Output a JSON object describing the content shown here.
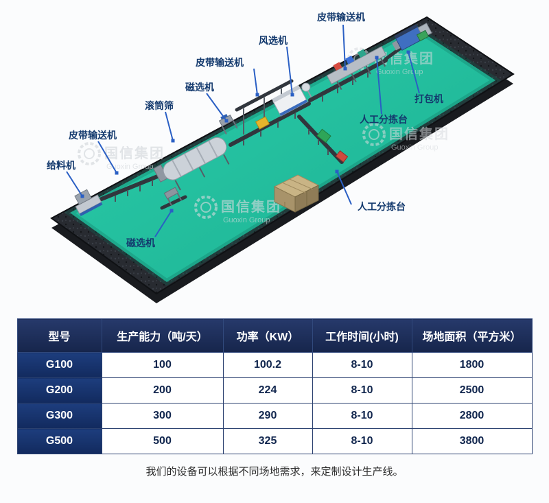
{
  "scene": {
    "labels": [
      {
        "id": "belt-conveyor-top",
        "text": "皮带输送机"
      },
      {
        "id": "air-separator",
        "text": "风选机"
      },
      {
        "id": "belt-conveyor-mid",
        "text": "皮带输送机"
      },
      {
        "id": "magnetic-separator-upper",
        "text": "磁选机"
      },
      {
        "id": "trommel-screen",
        "text": "滚筒筛"
      },
      {
        "id": "belt-conveyor-left",
        "text": "皮带输送机"
      },
      {
        "id": "feeder",
        "text": "给料机"
      },
      {
        "id": "baler",
        "text": "打包机"
      },
      {
        "id": "manual-sorting-right",
        "text": "人工分拣台"
      },
      {
        "id": "manual-sorting-lower",
        "text": "人工分拣台"
      },
      {
        "id": "magnetic-separator-lower",
        "text": "磁选机"
      }
    ],
    "watermark": {
      "cn": "国信集团",
      "en": "Guoxin Group"
    },
    "colors": {
      "floor": "#23c2a3",
      "wall": "#282b31",
      "callout_line": "#2a5fc4",
      "label_text": "#143a6e"
    }
  },
  "table": {
    "headers": [
      "型号",
      "生产能力（吨/天）",
      "功率（KW）",
      "工作时间(小时)",
      "场地面积（平方米）"
    ],
    "rows": [
      [
        "G100",
        "100",
        "100.2",
        "8-10",
        "1800"
      ],
      [
        "G200",
        "200",
        "224",
        "8-10",
        "2500"
      ],
      [
        "G300",
        "300",
        "290",
        "8-10",
        "2800"
      ],
      [
        "G500",
        "500",
        "325",
        "8-10",
        "3800"
      ]
    ]
  },
  "caption": "我们的设备可以根据不同场地需求，来定制设计生产线。"
}
